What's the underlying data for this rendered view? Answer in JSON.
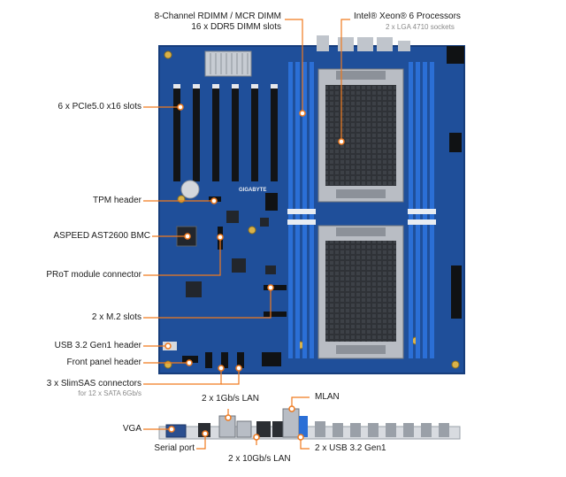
{
  "colors": {
    "board": "#1f4f9a",
    "board_dark": "#163d7c",
    "dimm_blue": "#2b6fd6",
    "dimm_white": "#e8ecf2",
    "callout": "#f07a1e",
    "socket": "#3a3d42",
    "socket_frame": "#b9bdc4",
    "pcie": "#121417",
    "io_board": "#d8dbe0"
  },
  "labels": {
    "dimm_title_1": "8-Channel RDIMM / MCR DIMM",
    "dimm_title_2": "16 x DDR5 DIMM slots",
    "cpu_title": "Intel® Xeon® 6 Processors",
    "cpu_sub": "2 x LGA 4710 sockets",
    "pcie": "6 x PCIe5.0 x16 slots",
    "tpm": "TPM header",
    "bmc": "ASPEED AST2600 BMC",
    "prot": "PRoT module connector",
    "m2": "2 x M.2 slots",
    "usb_header": "USB 3.2 Gen1 header",
    "front_panel": "Front panel header",
    "slimsas": "3 x SlimSAS connectors",
    "slimsas_sub": "for 12 x SATA 6Gb/s",
    "lan_1g": "2 x 1Gb/s LAN",
    "mlan": "MLAN",
    "vga": "VGA",
    "serial": "Serial port",
    "lan_10g": "2 x 10Gb/s LAN",
    "usb_rear": "2 x USB 3.2 Gen1"
  },
  "board_marks": {
    "brand": "GIGABYTE"
  }
}
